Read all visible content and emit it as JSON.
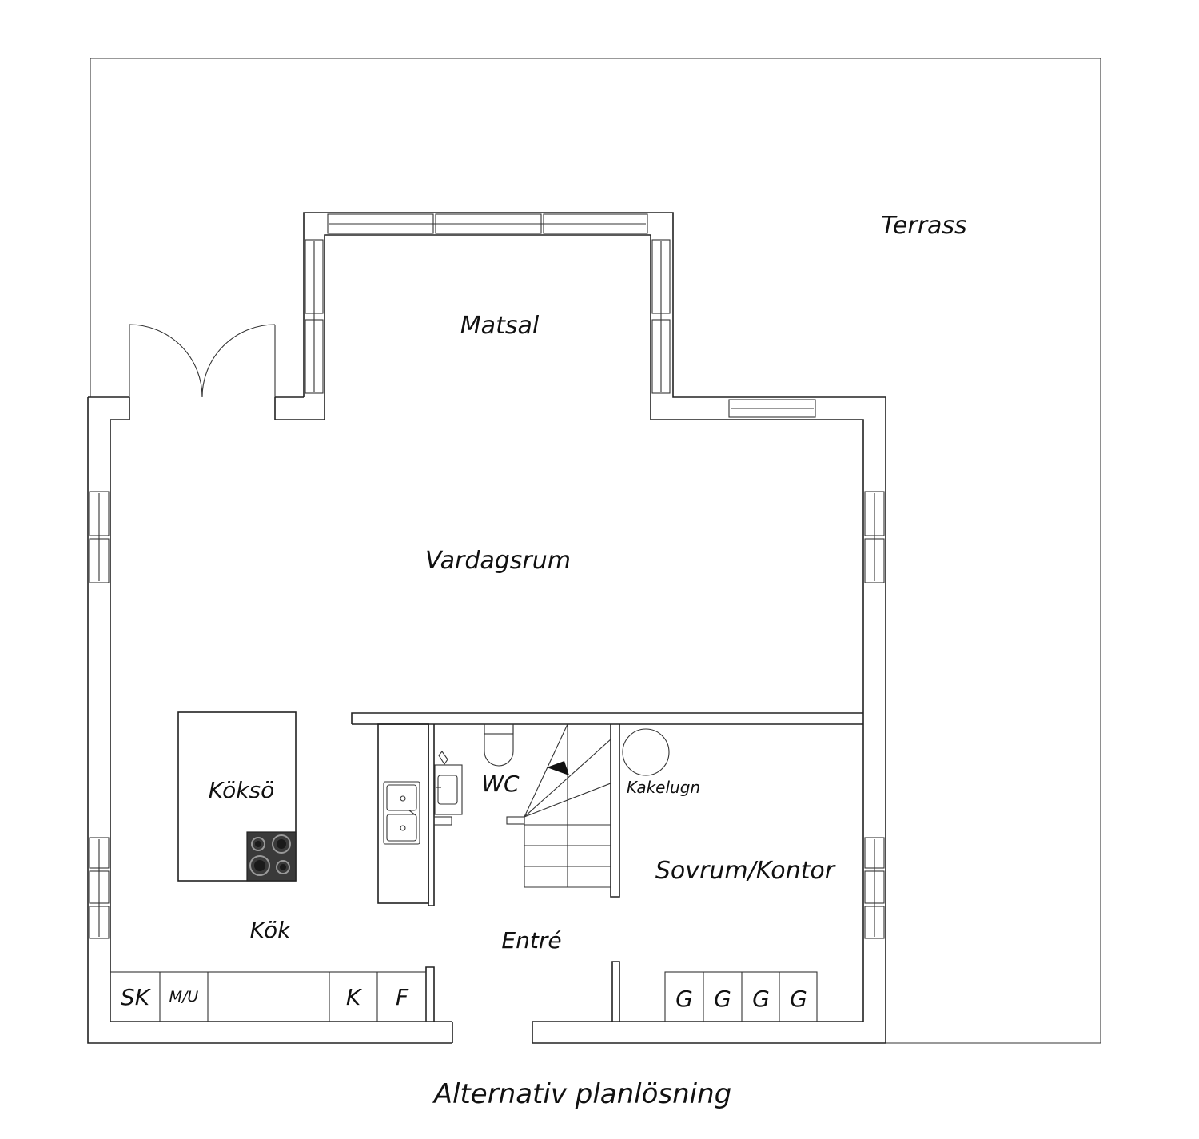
{
  "diagram": {
    "rooms": {
      "terrass": "Terrass",
      "matsal": "Matsal",
      "vardagsrum": "Vardagsrum",
      "kokso": "Köksö",
      "wc": "WC",
      "kakelugn": "Kakelugn",
      "sovrum": "Sovrum/Kontor",
      "kok": "Kök",
      "entre": "Entré"
    },
    "fixtures": {
      "sk": "SK",
      "mu": "M/U",
      "k": "K",
      "f": "F",
      "g": [
        "G",
        "G",
        "G",
        "G"
      ]
    },
    "caption": "Alternativ planlösning"
  },
  "colors": {
    "line": "#222222",
    "stove": "#3a3a3a",
    "background": "#ffffff"
  }
}
